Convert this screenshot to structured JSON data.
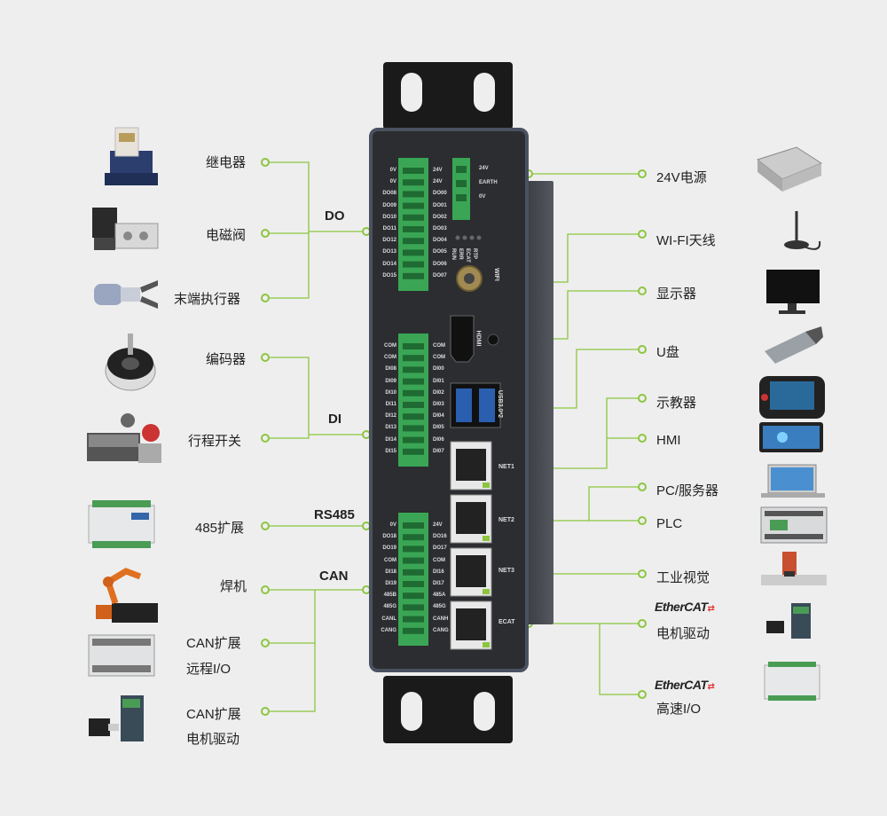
{
  "left_labels": {
    "relay": "继电器",
    "solenoid_valve": "电磁阀",
    "end_effector": "末端执行器",
    "encoder": "编码器",
    "travel_switch": "行程开关",
    "ext_485": "485扩展",
    "welder": "焊机",
    "can_ext_1": "CAN扩展",
    "remote_io": "远程I/O",
    "can_ext_2": "CAN扩展",
    "motor_drive_left": "电机驱动"
  },
  "groups": {
    "do": "DO",
    "di": "DI",
    "rs485": "RS485",
    "can": "CAN"
  },
  "right_labels": {
    "power": "24V电源",
    "wifi": "WI-FI天线",
    "display": "显示器",
    "udisk": "U盘",
    "teach": "示教器",
    "hmi": "HMI",
    "pc": "PC/服务器",
    "plc": "PLC",
    "vision": "工业视觉",
    "ethercat_1": "EtherCAT",
    "motor_drive_right": "电机驱动",
    "ethercat_2": "EtherCAT",
    "highspeed_io": "高速I/O"
  },
  "device": {
    "do_left": [
      "0V",
      "0V",
      "DO08",
      "DO09",
      "DO10",
      "DO11",
      "DO12",
      "DO13",
      "DO14",
      "DO15"
    ],
    "do_right": [
      "24V",
      "24V",
      "DO00",
      "DO01",
      "DO02",
      "DO03",
      "DO04",
      "DO05",
      "DO06",
      "DO07"
    ],
    "pwr": [
      "24V",
      "EARTH",
      "0V"
    ],
    "leds": [
      "RUN",
      "ERR",
      "ECAT",
      "RTP"
    ],
    "wifi": "WIFI",
    "hdmi": "HDMI",
    "usb": "USB3.0*2",
    "di_left": [
      "COM",
      "COM",
      "DI08",
      "DI09",
      "DI10",
      "DI11",
      "DI12",
      "DI13",
      "DI14",
      "DI15"
    ],
    "di_right": [
      "COM",
      "COM",
      "DI00",
      "DI01",
      "DI02",
      "DI03",
      "DI04",
      "DI05",
      "DI06",
      "DI07"
    ],
    "can_left": [
      "0V",
      "DO18",
      "DO19",
      "COM",
      "DI18",
      "DI19",
      "485B",
      "485G",
      "CANL",
      "CANG"
    ],
    "can_right": [
      "24V",
      "DO16",
      "DO17",
      "COM",
      "DI16",
      "DI17",
      "485A",
      "485G",
      "CANH",
      "CANG"
    ],
    "net": [
      "NET1",
      "NET2",
      "NET3",
      "ECAT"
    ]
  },
  "colors": {
    "accent": "#8cc63f",
    "terminal": "#3aa655",
    "body": "#2b2d30"
  }
}
